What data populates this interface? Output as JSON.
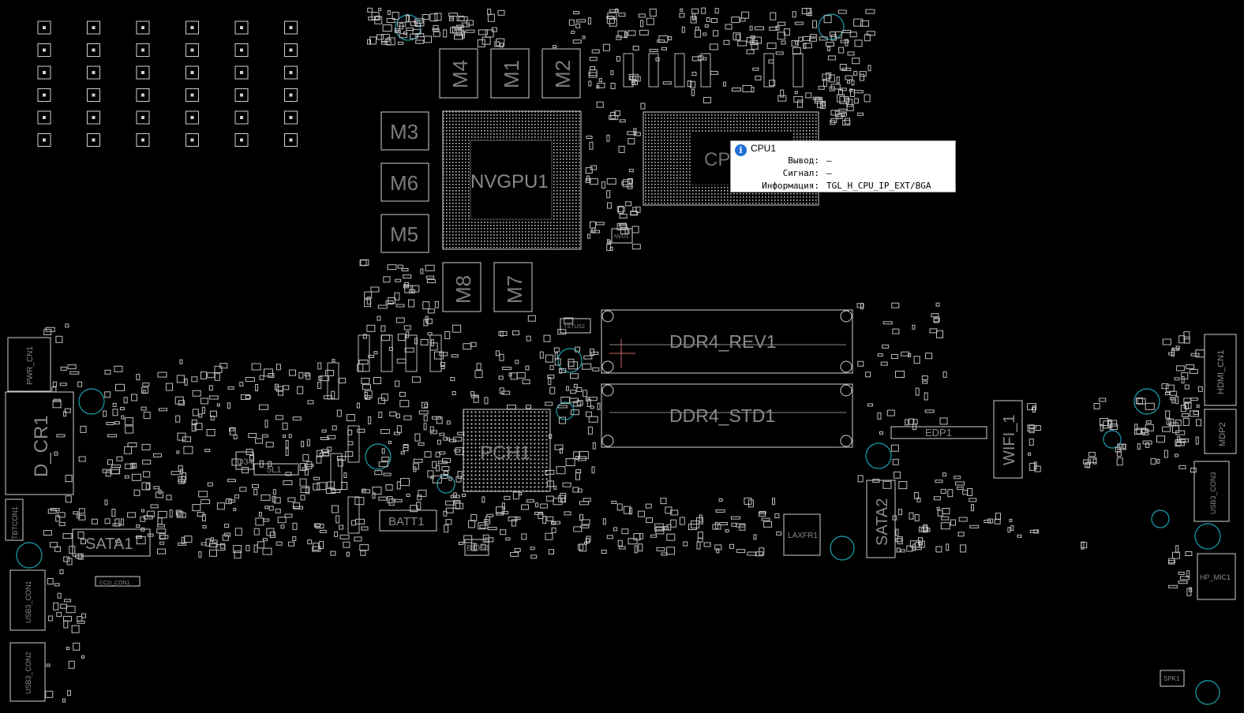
{
  "colors": {
    "background": "#000000",
    "outline": "#cfcfcf",
    "label": "#8f8f8f",
    "hole": "#1aa3b0",
    "tooltip_bg": "#ffffff"
  },
  "components": {
    "m4": "M4",
    "m1": "M1",
    "m2": "M2",
    "m3": "M3",
    "m6": "M6",
    "m5": "M5",
    "m8": "M8",
    "m7": "M7",
    "nvgpu": "NVGPU1",
    "cpu_partial": "CP",
    "ddr_rev": "DDR4_REV1",
    "ddr_std": "DDR4_STD1",
    "pch": "PCH1",
    "batt": "BATT1",
    "sata1": "SATA1",
    "sata2": "SATA2",
    "edp": "EDP1",
    "wifi": "WIFI_1",
    "laxfr": "LAXFR1",
    "d_cr": "D_CR1",
    "pwr_cn": "PWR_CN1",
    "tbtcon": "TBTCON1",
    "usb_con1": "USB3_CON1",
    "usb_con2": "USB3_CON2",
    "usb_con3": "USB3_CON3",
    "hdmi": "HDMI_CN1",
    "mdp": "MDP2",
    "hp_mic": "HP_MIC1",
    "spk": "SPK1",
    "bios": "BIOS1",
    "nvu": "NVU1",
    "l5": "5L1",
    "ccd_con": "CCD_CON1",
    "q34": "Q34",
    "tstus": "TSTUS2"
  },
  "tooltip": {
    "icon": "info-icon",
    "title": "CPU1",
    "pin_label": "Вывод:",
    "pin_value": "—",
    "signal_label": "Сигнал:",
    "signal_value": "—",
    "info_label": "Информация:",
    "info_value": "TGL_H_CPU_IP_EXT/BGA"
  }
}
